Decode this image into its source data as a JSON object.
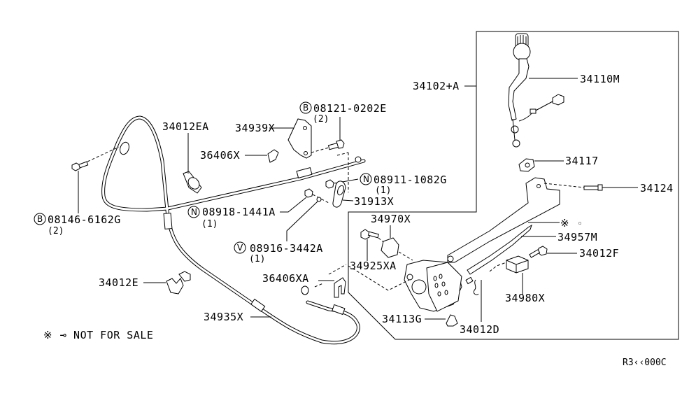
{
  "diagram": {
    "code": "R3‹‹000C",
    "legend": {
      "symbol": "※",
      "text": "⊸ NOT FOR SALE"
    },
    "parts": {
      "p34012EA": {
        "number": "34012EA"
      },
      "p34939X": {
        "number": "34939X"
      },
      "p08121": {
        "prefix": "B",
        "number": "08121-0202E",
        "qty": "(2)"
      },
      "p36406X": {
        "number": "36406X"
      },
      "p08911": {
        "prefix": "N",
        "number": "08911-1082G",
        "qty": "(1)"
      },
      "p31913X": {
        "number": "31913X"
      },
      "p08146": {
        "prefix": "B",
        "number": "08146-6162G",
        "qty": "(2)"
      },
      "p08918": {
        "prefix": "N",
        "number": "08918-1441A",
        "qty": "(1)"
      },
      "p08916": {
        "prefix": "V",
        "number": "08916-3442A",
        "qty": "(1)"
      },
      "p34012E": {
        "number": "34012E"
      },
      "p36406XA": {
        "number": "36406XA"
      },
      "p34935X": {
        "number": "34935X"
      },
      "p34102A": {
        "number": "34102+A"
      },
      "p34110M": {
        "number": "34110M"
      },
      "p34117": {
        "number": "34117"
      },
      "p34124": {
        "number": "34124"
      },
      "p34970X": {
        "number": "34970X"
      },
      "p34925XA": {
        "number": "34925XA"
      },
      "p34957M": {
        "number": "34957M"
      },
      "p34012F": {
        "number": "34012F"
      },
      "p34980X": {
        "number": "34980X"
      },
      "p34113G": {
        "number": "34113G"
      },
      "p34012D": {
        "number": "34012D"
      },
      "notForSaleMark": {
        "symbol": "※",
        "dot": "◦"
      }
    }
  }
}
